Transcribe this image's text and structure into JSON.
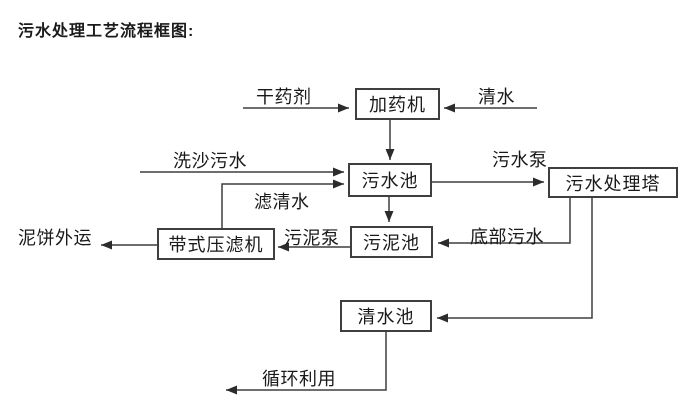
{
  "title": "污水处理工艺流程框图:",
  "colors": {
    "line": "#3f3f3f",
    "text": "#1a1a1a",
    "background": "#ffffff"
  },
  "diagram": {
    "nodes": [
      {
        "id": "dosing-machine",
        "label": "加药机"
      },
      {
        "id": "sewage-pool",
        "label": "污水池"
      },
      {
        "id": "sewage-treatment-tower",
        "label": "污水处理塔"
      },
      {
        "id": "sludge-pool",
        "label": "污泥池"
      },
      {
        "id": "belt-filter-press",
        "label": "带式压滤机"
      },
      {
        "id": "clean-water-pool",
        "label": "清水池"
      }
    ],
    "labels": [
      {
        "id": "dry-agent",
        "label": "干药剂"
      },
      {
        "id": "clean-water",
        "label": "清水"
      },
      {
        "id": "sand-washing-sewage",
        "label": "洗沙污水"
      },
      {
        "id": "sewage-pump",
        "label": "污水泵"
      },
      {
        "id": "filtered-water",
        "label": "滤清水"
      },
      {
        "id": "sludge-pump",
        "label": "污泥泵"
      },
      {
        "id": "bottom-sewage",
        "label": "底部污水"
      },
      {
        "id": "mud-cake-out",
        "label": "泥饼外运"
      },
      {
        "id": "recycling",
        "label": "循环利用"
      }
    ]
  }
}
